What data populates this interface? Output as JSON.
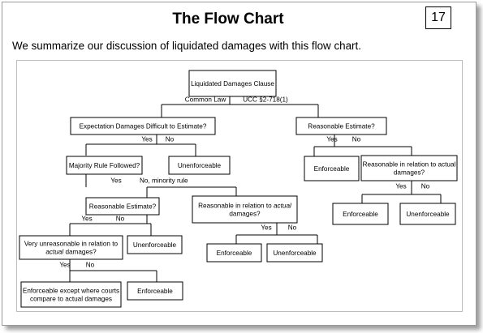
{
  "slide": {
    "title": "The Flow Chart",
    "page_number": "17",
    "intro": "We summarize our discussion of liquidated damages with this flow chart."
  },
  "flowchart": {
    "nodes": {
      "root": [
        "Liquidated Damages Clause"
      ],
      "expectation": [
        "Expectation Damages Difficult to Estimate?"
      ],
      "reasonable_top_right": [
        "Reasonable Estimate?"
      ],
      "majority": [
        "Majority Rule Followed?"
      ],
      "unenforceable_1": [
        "Unenforceable"
      ],
      "enforceable_right": [
        "Enforceable"
      ],
      "reasonable_actual_right": [
        "Reasonable in relation to actual",
        "damages?"
      ],
      "reasonable_estimate_mid": [
        "Reasonable Estimate?"
      ],
      "reasonable_actual_mid": [
        [
          {
            "t": "Reasonable in relation to "
          },
          {
            "t": "actual",
            "i": true
          }
        ],
        [
          {
            "t": "damages?"
          }
        ]
      ],
      "enforceable_r2": [
        "Enforceable"
      ],
      "unenforceable_r2": [
        "Unenforceable"
      ],
      "very_unreasonable": [
        [
          {
            "t": "Very unreasonable in relation to"
          }
        ],
        [
          {
            "t": "actual",
            "i": true
          },
          {
            "t": " damages?"
          }
        ]
      ],
      "unenforceable_2": [
        "Unenforceable"
      ],
      "enforceable_mid": [
        "Enforceable"
      ],
      "unenforceable_mid": [
        "Unenforceable"
      ],
      "enforceable_except": [
        "Enforceable except where courts",
        "compare to actual damages"
      ],
      "enforceable_bottom": [
        "Enforceable"
      ]
    },
    "labels": {
      "common_law": "Common Law",
      "ucc": "UCC §2-718(1)",
      "yes_expectation": "Yes",
      "no_expectation": "No",
      "yes_reasonable_right": "Yes",
      "no_reasonable_right": "No",
      "yes_majority": "Yes",
      "no_majority": "No, minority rule",
      "yes_actual_right": "Yes",
      "no_actual_right": "No",
      "yes_estimate_mid": "Yes",
      "no_estimate_mid": "No",
      "yes_actual_mid": "Yes",
      "no_actual_mid": "No",
      "yes_very": "Yes",
      "no_very": "No"
    }
  }
}
